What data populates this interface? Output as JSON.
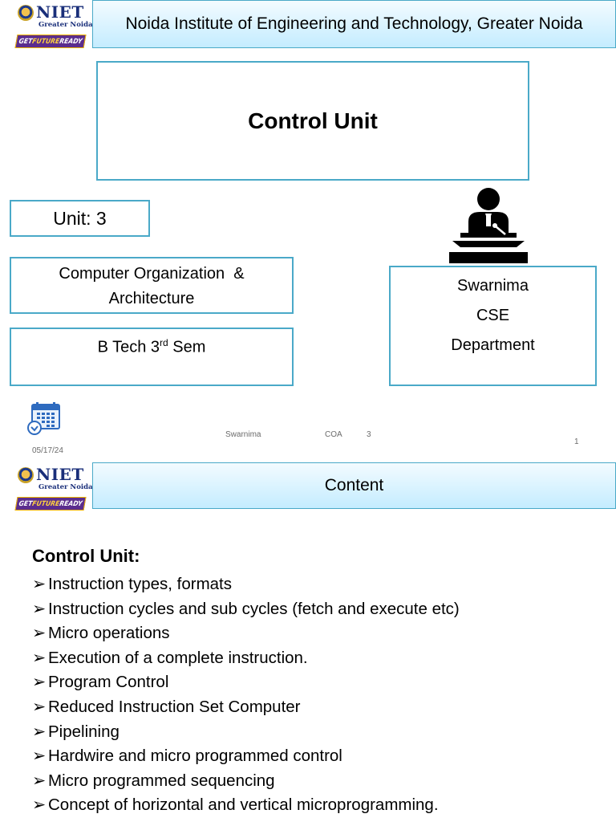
{
  "header": {
    "logo_text": "NIET",
    "logo_subtext": "Greater Noida",
    "logo_tagline_a": "GET ",
    "logo_tagline_b": "FUTURE",
    "logo_tagline_c": " READY",
    "institute_name": "Noida Institute of Engineering and Technology, Greater Noida"
  },
  "slide1": {
    "title": "Control Unit",
    "unit": "Unit: 3",
    "course_line1": "Computer Organization  &",
    "course_line2": "Architecture",
    "program_prefix": "B Tech 3",
    "program_sup": "rd",
    "program_suffix": " Sem",
    "faculty_name": "Swarnima",
    "faculty_dept1": "CSE",
    "faculty_dept2": "Department",
    "footer": {
      "date": "05/17/24",
      "author": "Swarnima",
      "course": "COA",
      "unit": "3",
      "page": "1"
    }
  },
  "slide2": {
    "header_title": "Content",
    "heading": "Control Unit:",
    "bullet_glyph": "➢",
    "items": [
      "Instruction types, formats",
      "Instruction cycles and sub cycles (fetch and execute etc)",
      "Micro operations",
      "Execution of a complete instruction.",
      "Program Control",
      "Reduced Instruction Set Computer",
      "Pipelining",
      "Hardwire and micro programmed control",
      "Micro programmed sequencing",
      "Concept of horizontal and vertical microprogramming."
    ]
  },
  "colors": {
    "border": "#4aa9c8",
    "header_gradient_top": "#f3fbff",
    "header_gradient_bottom": "#c4ecff",
    "logo_blue": "#1a2f7a",
    "banner_purple": "#5b2d8e"
  },
  "icons": {
    "speaker": "speaker-at-podium-icon",
    "calendar": "calendar-icon",
    "seal": "college-seal-icon"
  }
}
